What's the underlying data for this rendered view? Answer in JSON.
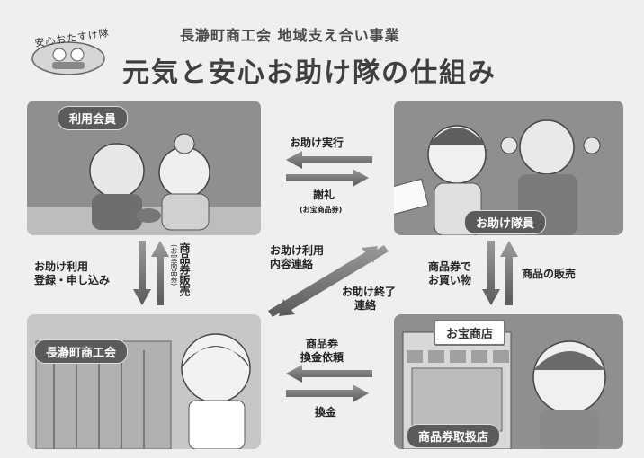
{
  "header": {
    "logo_text": "安心おたすけ隊",
    "subtitle": "長瀞町商工会 地域支え合い事業",
    "title": "元気と安心お助け隊の仕組み"
  },
  "panels": {
    "members": "利用会員",
    "helpers": "お助け隊員",
    "chamber": "長瀞町商工会",
    "store": "商品券取扱店",
    "store_sign": "お宝商店"
  },
  "flows": {
    "help_execution": "お助け実行",
    "thanks": "謝礼",
    "thanks_note": "(お宝商品券)",
    "help_use_top": "お助け利用",
    "help_use_register_1": "お助け利用",
    "help_use_register_2": "登録・申し込み",
    "voucher_sales": "商品券販売",
    "voucher_sales_note": "(お宝商品券)",
    "help_request_1": "お助け利用",
    "help_request_2": "内容連絡",
    "help_done_1": "お助け終了",
    "help_done_2": "連絡",
    "shopping_1": "商品券で",
    "shopping_2": "お買い物",
    "product_sales": "商品の販売",
    "exchange_request_1": "商品券",
    "exchange_request_2": "換金依頼",
    "exchange": "換金"
  }
}
